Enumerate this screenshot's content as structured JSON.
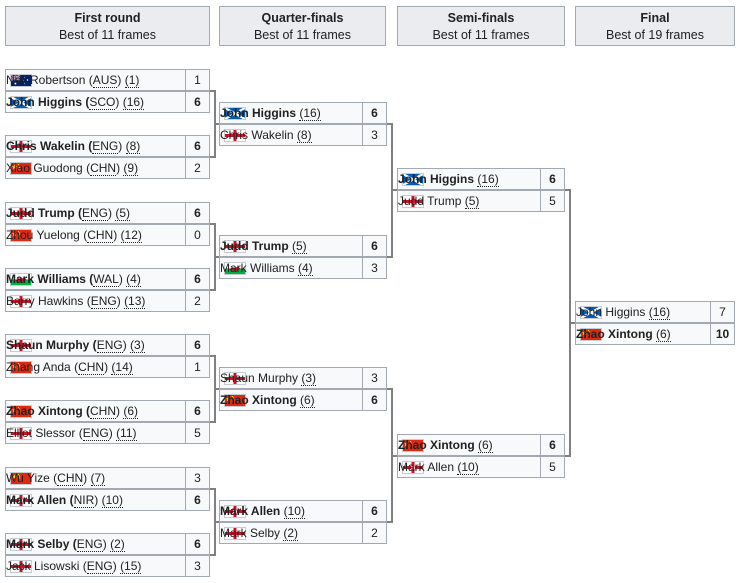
{
  "headers": [
    {
      "title": "First round",
      "sub": "Best of 11 frames"
    },
    {
      "title": "Quarter-finals",
      "sub": "Best of 11 frames"
    },
    {
      "title": "Semi-finals",
      "sub": "Best of 11 frames"
    },
    {
      "title": "Final",
      "sub": "Best of 19 frames"
    }
  ],
  "rounds": [
    [
      [
        {
          "name": "Neil Robertson",
          "nat": "AUS",
          "seed": "(1)",
          "flag": "AUS",
          "score": "1",
          "win": false
        },
        {
          "name": "John Higgins",
          "nat": "SCO",
          "seed": "(16)",
          "flag": "SCO",
          "score": "6",
          "win": true
        }
      ],
      [
        {
          "name": "Chris Wakelin",
          "nat": "ENG",
          "seed": "(8)",
          "flag": "ENG",
          "score": "6",
          "win": true
        },
        {
          "name": "Xiao Guodong",
          "nat": "CHN",
          "seed": "(9)",
          "flag": "CHN",
          "score": "2",
          "win": false
        }
      ],
      [
        {
          "name": "Judd Trump",
          "nat": "ENG",
          "seed": "(5)",
          "flag": "ENG",
          "score": "6",
          "win": true
        },
        {
          "name": "Zhou Yuelong",
          "nat": "CHN",
          "seed": "(12)",
          "flag": "CHN",
          "score": "0",
          "win": false
        }
      ],
      [
        {
          "name": "Mark Williams",
          "nat": "WAL",
          "seed": "(4)",
          "flag": "WAL",
          "score": "6",
          "win": true
        },
        {
          "name": "Barry Hawkins",
          "nat": "ENG",
          "seed": "(13)",
          "flag": "ENG",
          "score": "2",
          "win": false
        }
      ],
      [
        {
          "name": "Shaun Murphy",
          "nat": "ENG",
          "seed": "(3)",
          "flag": "ENG",
          "score": "6",
          "win": true
        },
        {
          "name": "Zhang Anda",
          "nat": "CHN",
          "seed": "(14)",
          "flag": "CHN",
          "score": "1",
          "win": false
        }
      ],
      [
        {
          "name": "Zhao Xintong",
          "nat": "CHN",
          "seed": "(6)",
          "flag": "CHN",
          "score": "6",
          "win": true
        },
        {
          "name": "Elliot Slessor",
          "nat": "ENG",
          "seed": "(11)",
          "flag": "ENG",
          "score": "5",
          "win": false
        }
      ],
      [
        {
          "name": "Wu Yize",
          "nat": "CHN",
          "seed": "(7)",
          "flag": "CHN",
          "score": "3",
          "win": false
        },
        {
          "name": "Mark Allen",
          "nat": "NIR",
          "seed": "(10)",
          "flag": "NIR",
          "score": "6",
          "win": true
        }
      ],
      [
        {
          "name": "Mark Selby",
          "nat": "ENG",
          "seed": "(2)",
          "flag": "ENG",
          "score": "6",
          "win": true
        },
        {
          "name": "Jack Lisowski",
          "nat": "ENG",
          "seed": "(15)",
          "flag": "ENG",
          "score": "3",
          "win": false
        }
      ]
    ],
    [
      [
        {
          "name": "John Higgins",
          "seed": "(16)",
          "flag": "SCO",
          "score": "6",
          "win": true
        },
        {
          "name": "Chris Wakelin",
          "seed": "(8)",
          "flag": "ENG",
          "score": "3",
          "win": false
        }
      ],
      [
        {
          "name": "Judd Trump",
          "seed": "(5)",
          "flag": "ENG",
          "score": "6",
          "win": true
        },
        {
          "name": "Mark Williams",
          "seed": "(4)",
          "flag": "WAL",
          "score": "3",
          "win": false
        }
      ],
      [
        {
          "name": "Shaun Murphy",
          "seed": "(3)",
          "flag": "ENG",
          "score": "3",
          "win": false
        },
        {
          "name": "Zhao Xintong",
          "seed": "(6)",
          "flag": "CHN",
          "score": "6",
          "win": true
        }
      ],
      [
        {
          "name": "Mark Allen",
          "seed": "(10)",
          "flag": "NIR",
          "score": "6",
          "win": true
        },
        {
          "name": "Mark Selby",
          "seed": "(2)",
          "flag": "ENG",
          "score": "2",
          "win": false
        }
      ]
    ],
    [
      [
        {
          "name": "John Higgins",
          "seed": "(16)",
          "flag": "SCO",
          "score": "6",
          "win": true
        },
        {
          "name": "Judd Trump",
          "seed": "(5)",
          "flag": "ENG",
          "score": "5",
          "win": false
        }
      ],
      [
        {
          "name": "Zhao Xintong",
          "seed": "(6)",
          "flag": "CHN",
          "score": "6",
          "win": true
        },
        {
          "name": "Mark Allen",
          "seed": "(10)",
          "flag": "NIR",
          "score": "5",
          "win": false
        }
      ]
    ],
    [
      [
        {
          "name": "John Higgins",
          "seed": "(16)",
          "flag": "SCO",
          "score": "7",
          "win": false
        },
        {
          "name": "Zhao Xintong",
          "seed": "(6)",
          "flag": "CHN",
          "score": "10",
          "win": true
        }
      ]
    ]
  ],
  "colors": {
    "header_bg": "#eaecf0",
    "cell_bg": "#f8f9fa",
    "border": "#a2a9b1",
    "line": "#808080"
  }
}
